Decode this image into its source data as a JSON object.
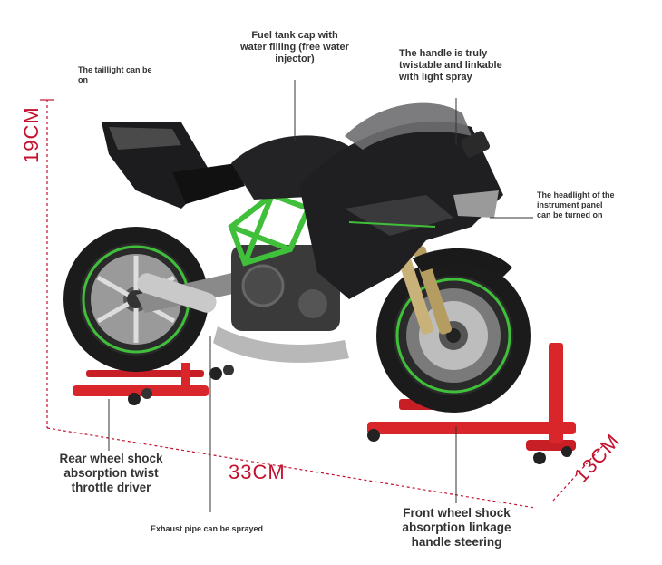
{
  "callouts": {
    "taillight": "The taillight can be on",
    "fuel_cap": "Fuel tank cap with water filling (free water injector)",
    "handle": "The handle is truly twistable and linkable with light spray",
    "headlight": "The headlight of the instrument panel can be turned on",
    "rear_wheel": "Rear wheel shock absorption twist throttle driver",
    "exhaust": "Exhaust pipe can be sprayed",
    "front_wheel": "Front wheel shock absorption linkage handle steering"
  },
  "dimensions": {
    "height": "19CM",
    "length": "33CM",
    "width": "13CM"
  },
  "colors": {
    "dimension": "#c4122f",
    "frame": "#3fbf3a",
    "stand": "#d8262b",
    "body": "#1c1c1e"
  }
}
